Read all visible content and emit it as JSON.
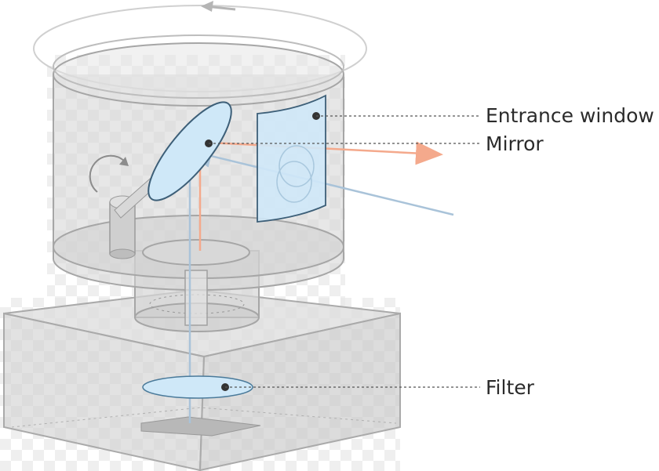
{
  "labels": {
    "entrance_window": "Entrance window",
    "mirror": "Mirror",
    "filter": "Filter"
  },
  "colors": {
    "checker_light": "#ffffff",
    "checker_dark": "#e6e6e6",
    "housing_fill": "#d9d9d9",
    "housing_edge": "#a6a6a6",
    "glass_blue": "#cfe8f8",
    "glass_blue_edge": "#4a7a9a",
    "beam_orange": "#f4a98c",
    "beam_blue": "#a9c3d9",
    "leader_line": "#555555",
    "label_text": "#2b2b2b"
  }
}
